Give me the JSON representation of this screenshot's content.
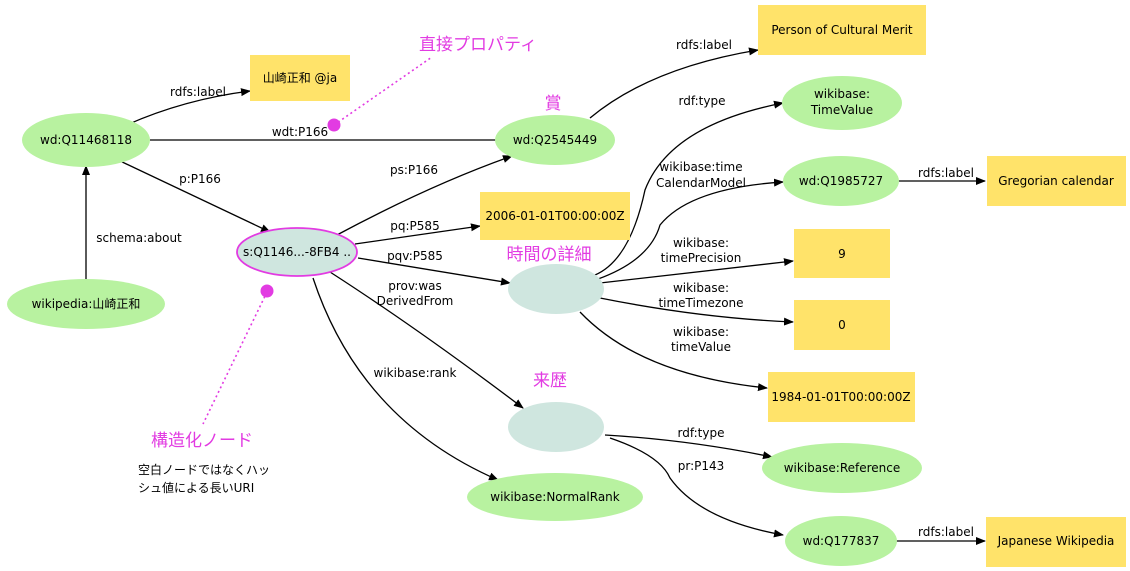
{
  "colors": {
    "resource_node": "#b8f2a0",
    "literal_node": "#ffe36a",
    "blank_node": "#cfe6df",
    "highlight": "#e23be2",
    "edge": "#000000"
  },
  "nodes": {
    "wd_q11468118": "wd:Q11468118",
    "wikipedia": "wikipedia:山崎正和",
    "label_ja": "山崎正和 @ja",
    "statement": "s:Q1146...-8FB4 ..",
    "wd_q2545449": "wd:Q2545449",
    "person_cultural_merit": "Person of Cultural Merit",
    "date_2006": "2006-01-01T00:00:00Z",
    "time_value_node": "",
    "reference_node": "",
    "normal_rank": "wikibase:NormalRank",
    "timevalue_type_l1": "wikibase:",
    "timevalue_type_l2": "TimeValue",
    "wd_q1985727": "wd:Q1985727",
    "gregorian": "Gregorian calendar",
    "precision_val": "9",
    "timezone_val": "0",
    "date_1984": "1984-01-01T00:00:00Z",
    "wikibase_reference": "wikibase:Reference",
    "wd_q177837": "wd:Q177837",
    "japanese_wikipedia": "Japanese Wikipedia"
  },
  "edges": {
    "rdfs_label_1": "rdfs:label",
    "wdt_p166": "wdt:P166",
    "p_p166": "p:P166",
    "schema_about": "schema:about",
    "ps_p166": "ps:P166",
    "rdfs_label_2": "rdfs:label",
    "pq_p585": "pq:P585",
    "pqv_p585": "pqv:P585",
    "prov_l1": "prov:was",
    "prov_l2": "DerivedFrom",
    "wikibase_rank": "wikibase:rank",
    "rdf_type_1": "rdf:type",
    "calmodel_l1": "wikibase:time",
    "calmodel_l2": "CalendarModel",
    "rdfs_label_3": "rdfs:label",
    "precision_l1": "wikibase:",
    "precision_l2": "timePrecision",
    "timezone_l1": "wikibase:",
    "timezone_l2": "timeTimezone",
    "timevalue_l1": "wikibase:",
    "timevalue_l2": "timeValue",
    "rdf_type_2": "rdf:type",
    "pr_p143": "pr:P143",
    "rdfs_label_4": "rdfs:label"
  },
  "annotations": {
    "direct_property": "直接プロパティ",
    "award": "賞",
    "time_detail": "時間の詳細",
    "provenance": "来歴",
    "structured_node": "構造化ノード",
    "note_line1": "空白ノードではなくハッ",
    "note_line2": "シュ値による長いURI"
  }
}
